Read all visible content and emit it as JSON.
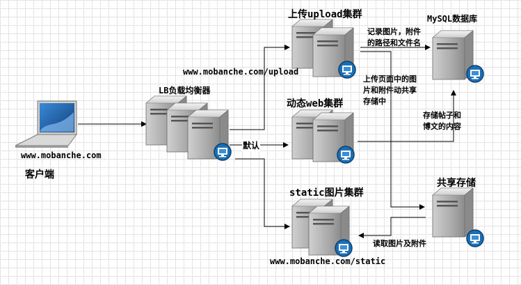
{
  "client": {
    "url": "www.mobanche.com",
    "label": "客户端"
  },
  "load_balancer": {
    "label": "LB负载均衡器",
    "default_route_label": "默认"
  },
  "upload_cluster": {
    "label": "上传upload集群",
    "url": "www.mobanche.com/upload"
  },
  "web_cluster": {
    "label": "动态web集群"
  },
  "static_cluster": {
    "label": "static图片集群",
    "url": "www.mobanche.com/static"
  },
  "mysql": {
    "label": "MySQL数据库"
  },
  "shared_storage": {
    "label": "共享存储"
  },
  "edges": {
    "upload_to_mysql_line1": "记录图片，附件",
    "upload_to_mysql_line2": "的路径和文件名",
    "upload_to_storage_line1": "上传页面中的图",
    "upload_to_storage_line2": "片和附件动共享",
    "upload_to_storage_line3": "存储中",
    "web_to_mysql_line1": "存储帖子和",
    "web_to_mysql_line2": "博文的内容",
    "static_from_storage": "读取图片及附件"
  },
  "colors": {
    "server_light": "#eeeeee",
    "server_dark": "#7a7a7a",
    "badge_blue": "#1a6fb5",
    "laptop_screen": "#1e5fa8",
    "line": "#000000"
  },
  "icons": [
    "laptop-icon",
    "server-icon",
    "monitor-badge-icon"
  ]
}
